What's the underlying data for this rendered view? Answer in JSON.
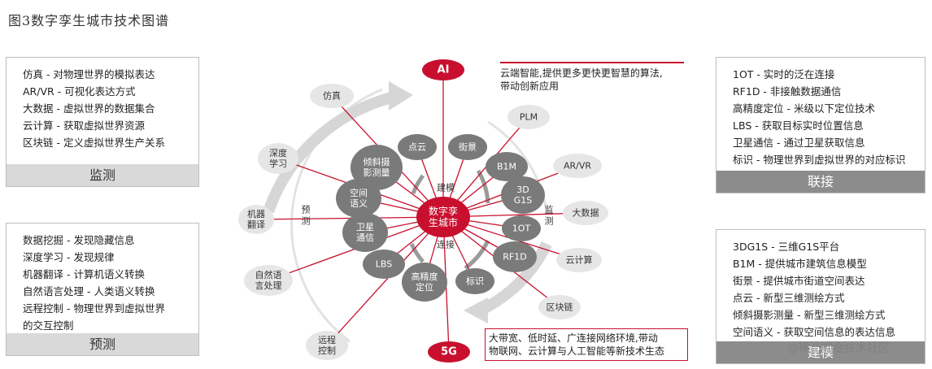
{
  "title": "图3数字孪生城市技术图谱",
  "panels": {
    "monitor": {
      "items": [
        "仿真 - 对物理世界的模拟表达",
        "AR/VR - 可视化表达方式",
        "大数据 - 虚拟世界的数据集合",
        "云计算 - 获取虚拟世界资源",
        "区块链 - 定义虚拟世界生产关系"
      ],
      "footer": "监测"
    },
    "predict": {
      "items": [
        "数据挖掘 - 发现隐藏信息",
        "深度学习 - 发现规律",
        "机器翻译 - 计算机语义转换",
        "自然语言处理 - 人类语义转换",
        "远程控制 - 物理世界到虚拟世界",
        "的交互控制"
      ],
      "footer": "预测"
    },
    "connect": {
      "items": [
        "1OT - 实时的泛在连接",
        "RF1D - 非接触数据通信",
        "高精度定位 - 米级以下定位技术",
        "LBS - 获取目标实时位置信息",
        "卫星通信 - 通过卫星获取信息",
        "标识 - 物理世界到虚拟世界的对应标识"
      ],
      "footer": "联接"
    },
    "model": {
      "items": [
        "3DG1S - 三维G1S平台",
        "B1M - 提供城市建筑信息模型",
        "街景 - 提供城市街道空间表达",
        "点云 - 新型三维测绘方式",
        "倾斜摄影测量 - 新型三维测绘方式",
        "空间语义 - 获取空间信息的表达信息"
      ],
      "footer": "建模"
    }
  },
  "notes": {
    "ai": [
      "云端智能,提供更多更快更智慧的算法,",
      "带动创新应用"
    ],
    "g5": [
      "大带宽、低时延、广连接网络环境,带动",
      "物联网、云计算与人工智能等新技术生态"
    ]
  },
  "center": [
    "数字孪",
    "生城市"
  ],
  "hubs": {
    "top": "AI",
    "bottom": "5G"
  },
  "arc_labels": {
    "model": "建模",
    "monitor": [
      "监",
      "测"
    ],
    "predict": [
      "预",
      "测"
    ],
    "connect": "连接"
  },
  "inner_nodes": [
    {
      "label": [
        "点云"
      ],
      "tone": "dark"
    },
    {
      "label": [
        "街景"
      ],
      "tone": "dark"
    },
    {
      "label": [
        "B1M"
      ],
      "tone": "dark"
    },
    {
      "label": [
        "3D",
        "G1S"
      ],
      "tone": "dark"
    },
    {
      "label": [
        "1OT"
      ],
      "tone": "dark"
    },
    {
      "label": [
        "RF1D"
      ],
      "tone": "dark"
    },
    {
      "label": [
        "标识"
      ],
      "tone": "dark"
    },
    {
      "label": [
        "高精度",
        "定位"
      ],
      "tone": "dark"
    },
    {
      "label": [
        "LBS"
      ],
      "tone": "dark"
    },
    {
      "label": [
        "卫星",
        "通信"
      ],
      "tone": "dark"
    },
    {
      "label": [
        "空间",
        "语义"
      ],
      "tone": "dark"
    },
    {
      "label": [
        "倾斜摄",
        "影测量"
      ],
      "tone": "dark"
    }
  ],
  "outer_nodes": [
    {
      "label": [
        "仿真"
      ]
    },
    {
      "label": [
        "深度",
        "学习"
      ]
    },
    {
      "label": [
        "机器",
        "翻译"
      ]
    },
    {
      "label": [
        "自然语",
        "言处理"
      ]
    },
    {
      "label": [
        "远程",
        "控制"
      ]
    },
    {
      "label": [
        "PLM"
      ]
    },
    {
      "label": [
        "AR/VR"
      ]
    },
    {
      "label": [
        "大数据"
      ]
    },
    {
      "label": [
        "云计算"
      ]
    },
    {
      "label": [
        "区块链"
      ]
    }
  ],
  "watermark": "@稀土掘金技术社区",
  "colors": {
    "red": "#c8102e",
    "dark_node": "#7a7a7a",
    "light_node": "#e6e6e6",
    "arrow": "#cfcfcf"
  }
}
